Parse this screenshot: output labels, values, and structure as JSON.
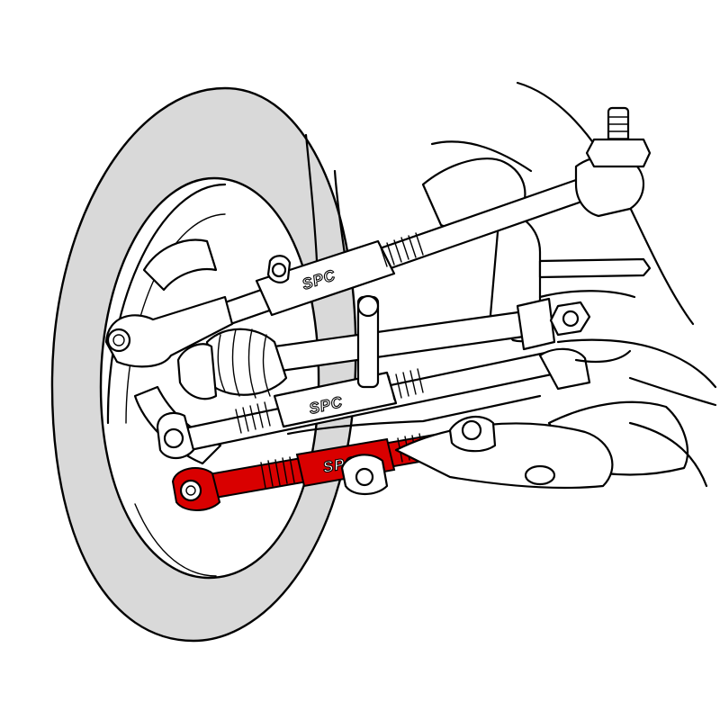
{
  "illustration": {
    "colors": {
      "tire": "#d9d9d9",
      "outline": "#000000",
      "background": "#ffffff",
      "highlight": "#d90000",
      "highlight_dark": "#8a0000"
    },
    "arm_labels": [
      "SPC",
      "SPC"
    ],
    "highlight_label": "SPC"
  }
}
